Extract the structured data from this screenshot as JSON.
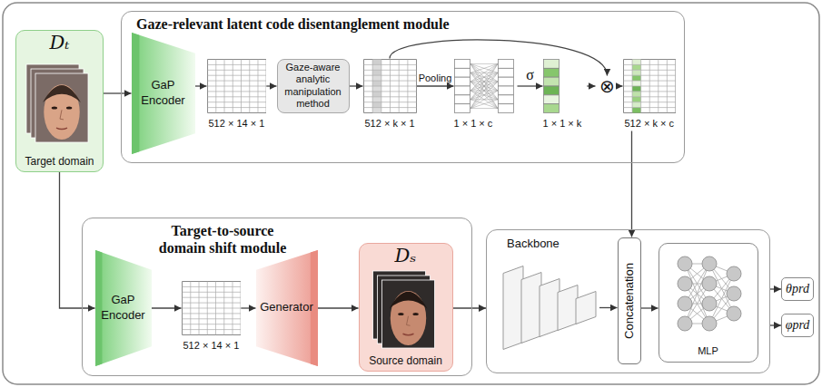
{
  "diagram": {
    "nodes": [
      {
        "text": [
          "Gaze-relevant latent code disentanglement module"
        ]
      },
      {
        "text": [
          "Dₜ",
          "Target domain"
        ]
      },
      {
        "text": [
          "GaP Encoder"
        ],
        "in": 0
      },
      {
        "text": [
          "512 × 14 × 1"
        ],
        "in": 0
      },
      {
        "text": [
          "Gaze-aware analytic manipulation method"
        ],
        "in": 0
      },
      {
        "text": [
          "512 × k × 1"
        ],
        "in": 0
      },
      {
        "text": [
          "1 × 1 × c"
        ],
        "in": 0
      },
      {
        "text": [
          "1 × 1 × k"
        ],
        "in": 0
      },
      {
        "text": [
          "⊗"
        ],
        "in": 0
      },
      {
        "text": [
          "512 × k × c"
        ],
        "in": 0
      },
      {
        "text": [
          "Target-to-source domain shift module"
        ]
      },
      {
        "text": [
          "GaP Encoder"
        ],
        "in": 10
      },
      {
        "text": [
          "512 × 14 × 1"
        ],
        "in": 10
      },
      {
        "text": [
          "Generator"
        ],
        "in": 10
      },
      {
        "text": [
          "Dₛ",
          "Source domain"
        ],
        "in": 10
      },
      {
        "text": [
          "Backbone"
        ]
      },
      {
        "text": [
          "Concatenation"
        ],
        "in": 15
      },
      {
        "text": [
          "MLP"
        ],
        "in": 15
      },
      {
        "text": [
          "θprd"
        ]
      },
      {
        "text": [
          "φprd"
        ]
      }
    ],
    "edges": [
      {
        "from": 1,
        "to": 2,
        "arrow": "to"
      },
      {
        "from": 2,
        "to": 3,
        "arrow": "to"
      },
      {
        "from": 3,
        "to": 4,
        "arrow": "to"
      },
      {
        "from": 4,
        "to": 5,
        "arrow": "to"
      },
      {
        "from": 5,
        "to": 6,
        "label": "Pooling",
        "arrow": "to"
      },
      {
        "from": 6,
        "to": 7,
        "label": "σ",
        "arrow": "to"
      },
      {
        "from": 7,
        "to": 8,
        "arrow": "to"
      },
      {
        "from": 5,
        "to": 8,
        "arrow": "to"
      },
      {
        "from": 8,
        "to": 9,
        "arrow": "to"
      },
      {
        "from": 9,
        "to": 16,
        "arrow": "to"
      },
      {
        "from": 1,
        "to": 11,
        "arrow": "to"
      },
      {
        "from": 11,
        "to": 12,
        "arrow": "to"
      },
      {
        "from": 12,
        "to": 13,
        "arrow": "to"
      },
      {
        "from": 13,
        "to": 14,
        "arrow": "to"
      },
      {
        "from": 14,
        "to": 15,
        "arrow": "to"
      },
      {
        "from": 16,
        "to": 17,
        "arrow": "to"
      },
      {
        "from": 15,
        "to": 18,
        "arrow": "to"
      },
      {
        "from": 15,
        "to": 19,
        "arrow": "to"
      }
    ]
  }
}
